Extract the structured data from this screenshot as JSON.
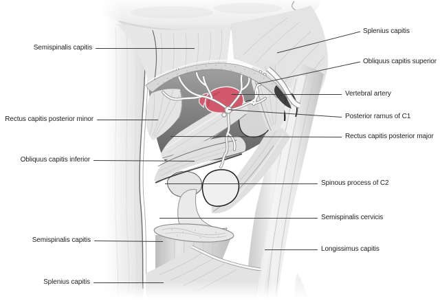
{
  "labels": {
    "left": [
      {
        "text": "Semispinalis capitis"
      },
      {
        "text": "Rectus capitis posterior minor"
      },
      {
        "text": "Obliquus capitis inferior"
      },
      {
        "text": "Semispinalis capitis"
      },
      {
        "text": "Splenius capitis"
      }
    ],
    "right": [
      {
        "text": "Splenius capitis"
      },
      {
        "text": "Obliquus capitis superior"
      },
      {
        "text": "Vertebral artery"
      },
      {
        "text": "Posterior ramus of C1"
      },
      {
        "text": "Rectus capitis posterior major"
      },
      {
        "text": "Spinous process of C2"
      },
      {
        "text": "Semispinalis cervicis"
      },
      {
        "text": "Longissimus capitis"
      }
    ]
  },
  "colors": {
    "artery": "#d2596b",
    "leader_line": "#3c3c3c",
    "label_text": "#222222"
  }
}
